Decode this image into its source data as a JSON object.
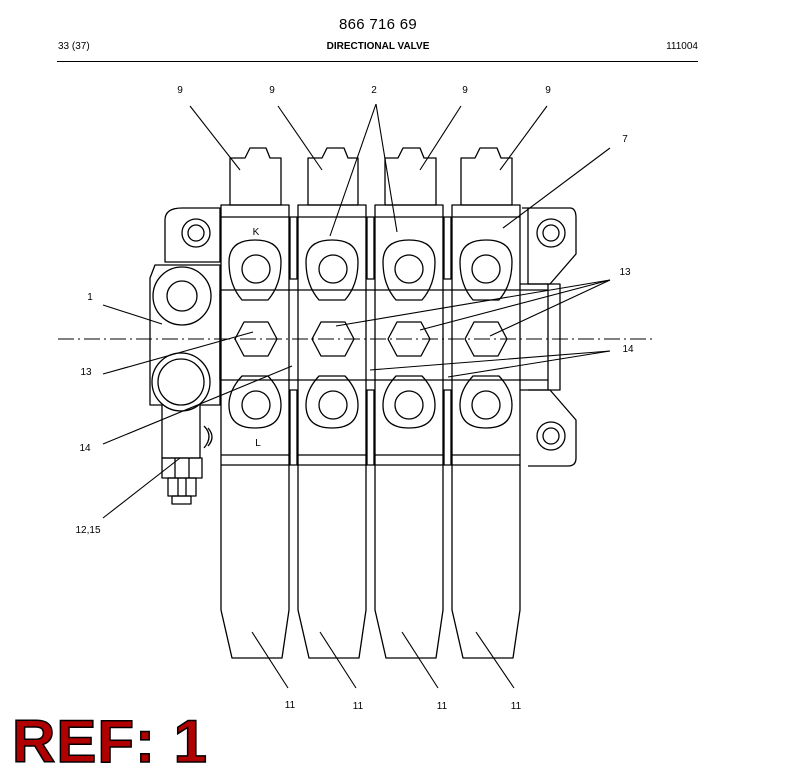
{
  "header": {
    "doc_number": "866 716 69",
    "page": "33 (37)",
    "title": "DIRECTIONAL VALVE",
    "date_code": "111004"
  },
  "callouts": {
    "c9a": "9",
    "c9b": "9",
    "c2": "2",
    "c9c": "9",
    "c9d": "9",
    "c7": "7",
    "c1": "1",
    "c13_right": "13",
    "c13_left": "13",
    "c14_right": "14",
    "c14_left": "14",
    "c12_15": "12,15",
    "c11a": "11",
    "c11b": "11",
    "c11c": "11",
    "c11d": "11",
    "port_k": "K",
    "port_l": "L"
  },
  "ref_label": "REF: 1"
}
